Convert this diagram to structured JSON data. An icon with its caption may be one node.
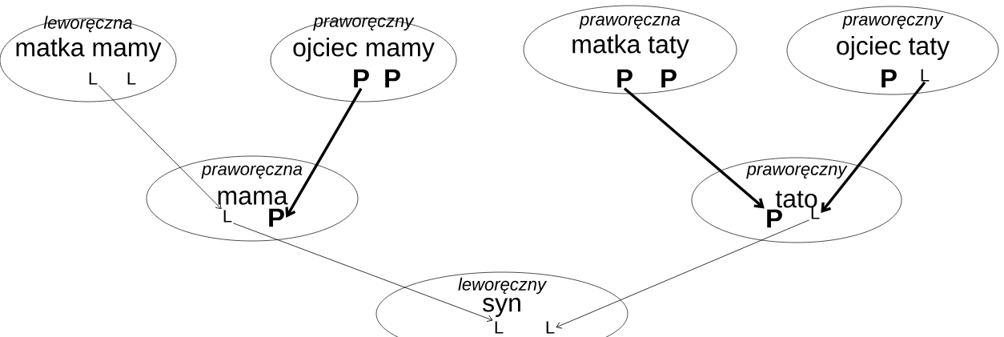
{
  "diagram": {
    "nodes": [
      {
        "text": [
          "leworęczna",
          "matka mamy"
        ]
      },
      {
        "text": [
          "L"
        ],
        "in": 0
      },
      {
        "text": [
          "L"
        ],
        "in": 0
      },
      {
        "text": [
          "praworęczny",
          "ojciec mamy"
        ]
      },
      {
        "text": [
          "P"
        ],
        "in": 3
      },
      {
        "text": [
          "P"
        ],
        "in": 3
      },
      {
        "text": [
          "praworęczna",
          "matka taty"
        ]
      },
      {
        "text": [
          "P"
        ],
        "in": 6
      },
      {
        "text": [
          "P"
        ],
        "in": 6
      },
      {
        "text": [
          "praworęczny",
          "ojciec taty"
        ]
      },
      {
        "text": [
          "P"
        ],
        "in": 9
      },
      {
        "text": [
          "L"
        ],
        "in": 9
      },
      {
        "text": [
          "praworęczna",
          "mama"
        ]
      },
      {
        "text": [
          "L"
        ],
        "in": 12
      },
      {
        "text": [
          "P"
        ],
        "in": 12
      },
      {
        "text": [
          "praworęczny",
          "tato"
        ]
      },
      {
        "text": [
          "P"
        ],
        "in": 15
      },
      {
        "text": [
          "L"
        ],
        "in": 15
      },
      {
        "text": [
          "leworęczny",
          "syn"
        ]
      },
      {
        "text": [
          "L"
        ],
        "in": 18
      },
      {
        "text": [
          "L"
        ],
        "in": 18
      }
    ],
    "edges": [
      {
        "from": 1,
        "to": 13,
        "arrow": "to"
      },
      {
        "from": 4,
        "to": 14,
        "arrow": "to",
        "style": "thick"
      },
      {
        "from": 7,
        "to": 16,
        "arrow": "to",
        "style": "thick"
      },
      {
        "from": 11,
        "to": 17,
        "arrow": "to",
        "style": "thick"
      },
      {
        "from": 13,
        "to": 19,
        "arrow": "to"
      },
      {
        "from": 17,
        "to": 20,
        "arrow": "to"
      }
    ]
  }
}
